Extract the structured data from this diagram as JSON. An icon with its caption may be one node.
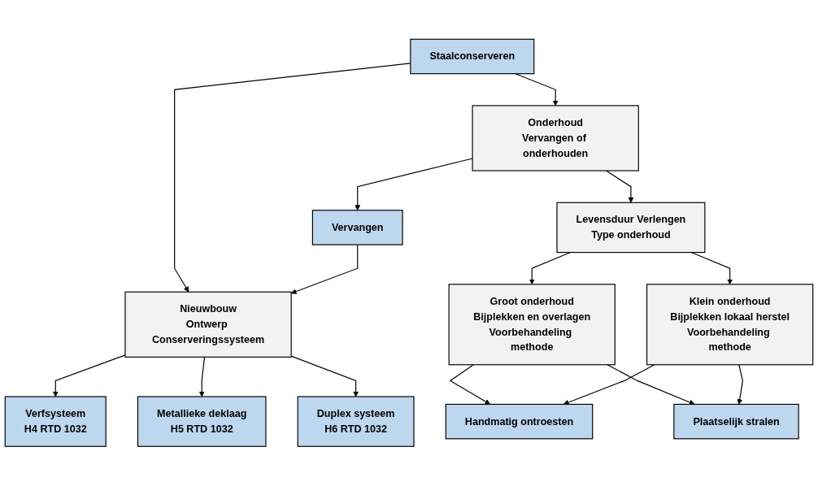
{
  "diagram": {
    "nodes": [
      {
        "text": [
          "Staalconserveren"
        ]
      },
      {
        "text": [
          "Nieuwbouw",
          "Ontwerp Conserveringssysteem"
        ]
      },
      {
        "text": [
          "Vervangen"
        ]
      },
      {
        "text": [
          "Onderhoud",
          "Vervangen of onderhouden"
        ]
      },
      {
        "text": [
          "Levensduur Verlengen",
          "Type onderhoud"
        ]
      },
      {
        "text": [
          "Verfsysteem",
          "H4 RTD 1032"
        ]
      },
      {
        "text": [
          "Metallieke deklaag",
          "H5 RTD 1032"
        ]
      },
      {
        "text": [
          "Duplex systeem",
          "H6 RTD 1032"
        ]
      },
      {
        "text": [
          "Groot onderhoud",
          "Bijplekken en overlagen",
          "Voorbehandeling methode"
        ]
      },
      {
        "text": [
          "Klein onderhoud",
          "Bijplekken lokaal herstel",
          "Voorbehandeling methode"
        ]
      },
      {
        "text": [
          "Handmatig ontroesten"
        ]
      },
      {
        "text": [
          "Plaatselijk stralen"
        ]
      }
    ],
    "edges": [
      {
        "from": 0,
        "to": 1,
        "arrow": "to"
      },
      {
        "from": 0,
        "to": 3,
        "arrow": "to"
      },
      {
        "from": 3,
        "to": 2,
        "arrow": "to"
      },
      {
        "from": 2,
        "to": 1,
        "arrow": "to"
      },
      {
        "from": 3,
        "to": 4,
        "arrow": "to"
      },
      {
        "from": 1,
        "to": 5,
        "arrow": "to"
      },
      {
        "from": 1,
        "to": 6,
        "arrow": "to"
      },
      {
        "from": 1,
        "to": 7,
        "arrow": "to"
      },
      {
        "from": 4,
        "to": 8,
        "arrow": "to"
      },
      {
        "from": 4,
        "to": 9,
        "arrow": "to"
      },
      {
        "from": 8,
        "to": 10,
        "arrow": "to"
      },
      {
        "from": 8,
        "to": 11,
        "arrow": "to"
      },
      {
        "from": 9,
        "to": 10,
        "arrow": "to"
      },
      {
        "from": 9,
        "to": 11,
        "arrow": "to"
      }
    ]
  }
}
